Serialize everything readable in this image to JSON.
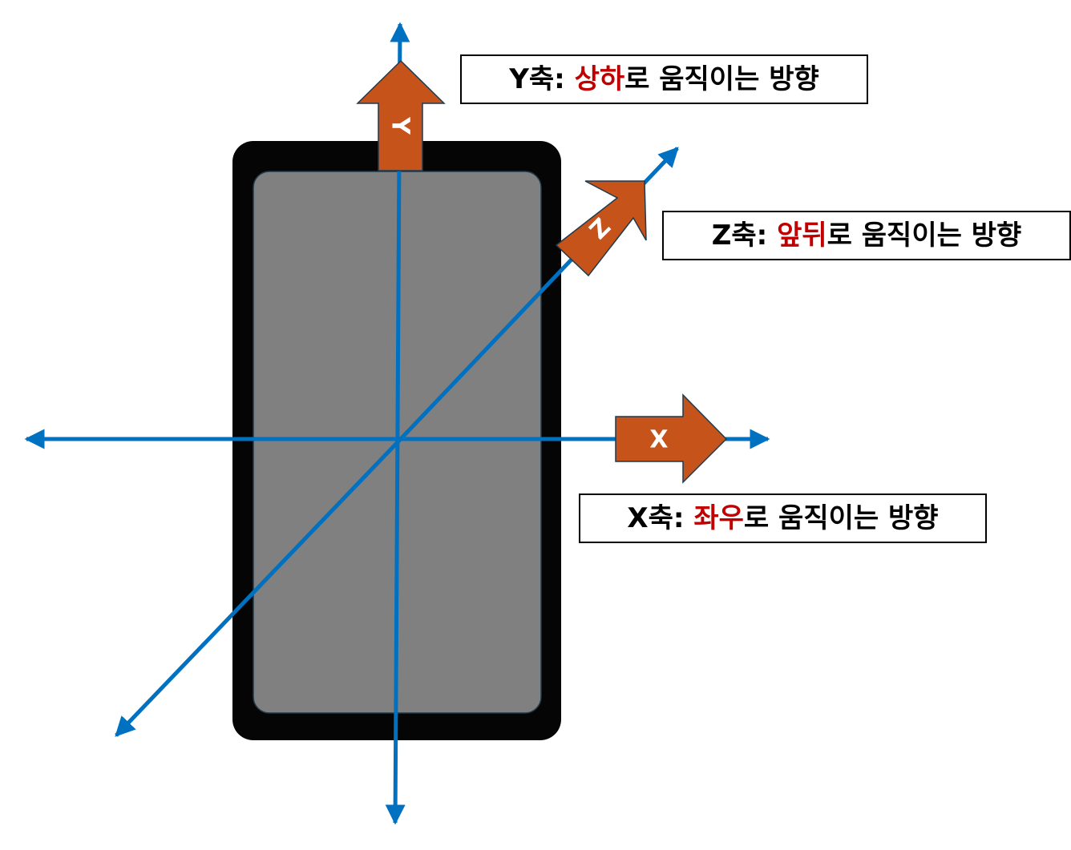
{
  "colors": {
    "axis_line": "#0070c0",
    "arrow_fill": "#c5531a",
    "phone_body": "#050505",
    "phone_screen": "#808080",
    "highlight_text": "#c00000"
  },
  "axis_arrows": {
    "y_letter": "Y",
    "z_letter": "Z",
    "x_letter": "X"
  },
  "labels": {
    "y": {
      "prefix": "Y축: ",
      "highlight": "상하",
      "suffix": "로 움직이는 방향"
    },
    "z": {
      "prefix": "Z축: ",
      "highlight": "앞뒤",
      "suffix": "로 움직이는 방향"
    },
    "x": {
      "prefix": "X축: ",
      "highlight": "좌우",
      "suffix": "로 움직이는 방향"
    }
  }
}
